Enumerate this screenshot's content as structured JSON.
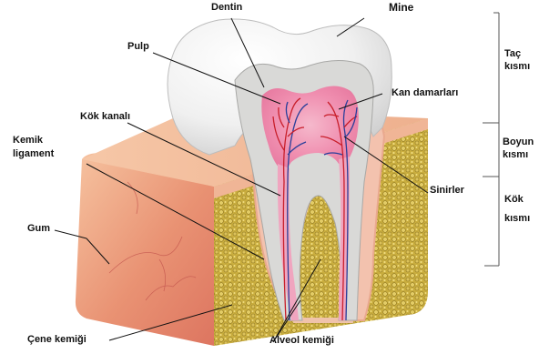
{
  "labels": {
    "dentin": "Dentin",
    "mine": "Mine",
    "pulp": "Pulp",
    "kan_damarlari": "Kan damarları",
    "kok_kanali": "Kök kanalı",
    "kemik_ligament_line1": "Kemik",
    "kemik_ligament_line2": "ligament",
    "sinirler": "Sinirler",
    "gum": "Gum",
    "cene_kemigi": "Çene kemiği",
    "alveol_kemigi": "Alveol kemiği"
  },
  "sections": {
    "tac_line1": "Taç",
    "tac_line2": "kısmı",
    "boyun_line1": "Boyun",
    "boyun_line2": "kısmı",
    "kok_line1": "Kök",
    "kok_line2": "kısmı"
  },
  "colors": {
    "enamel": "#f4f4f4",
    "dentin": "#d4d4d2",
    "pulp": "#f29ab8",
    "bone": "#c9b14a",
    "gum": "#e8a07a",
    "vessel_red": "#c81e2a",
    "vessel_blue": "#2a3f9a",
    "leader": "#111111"
  }
}
